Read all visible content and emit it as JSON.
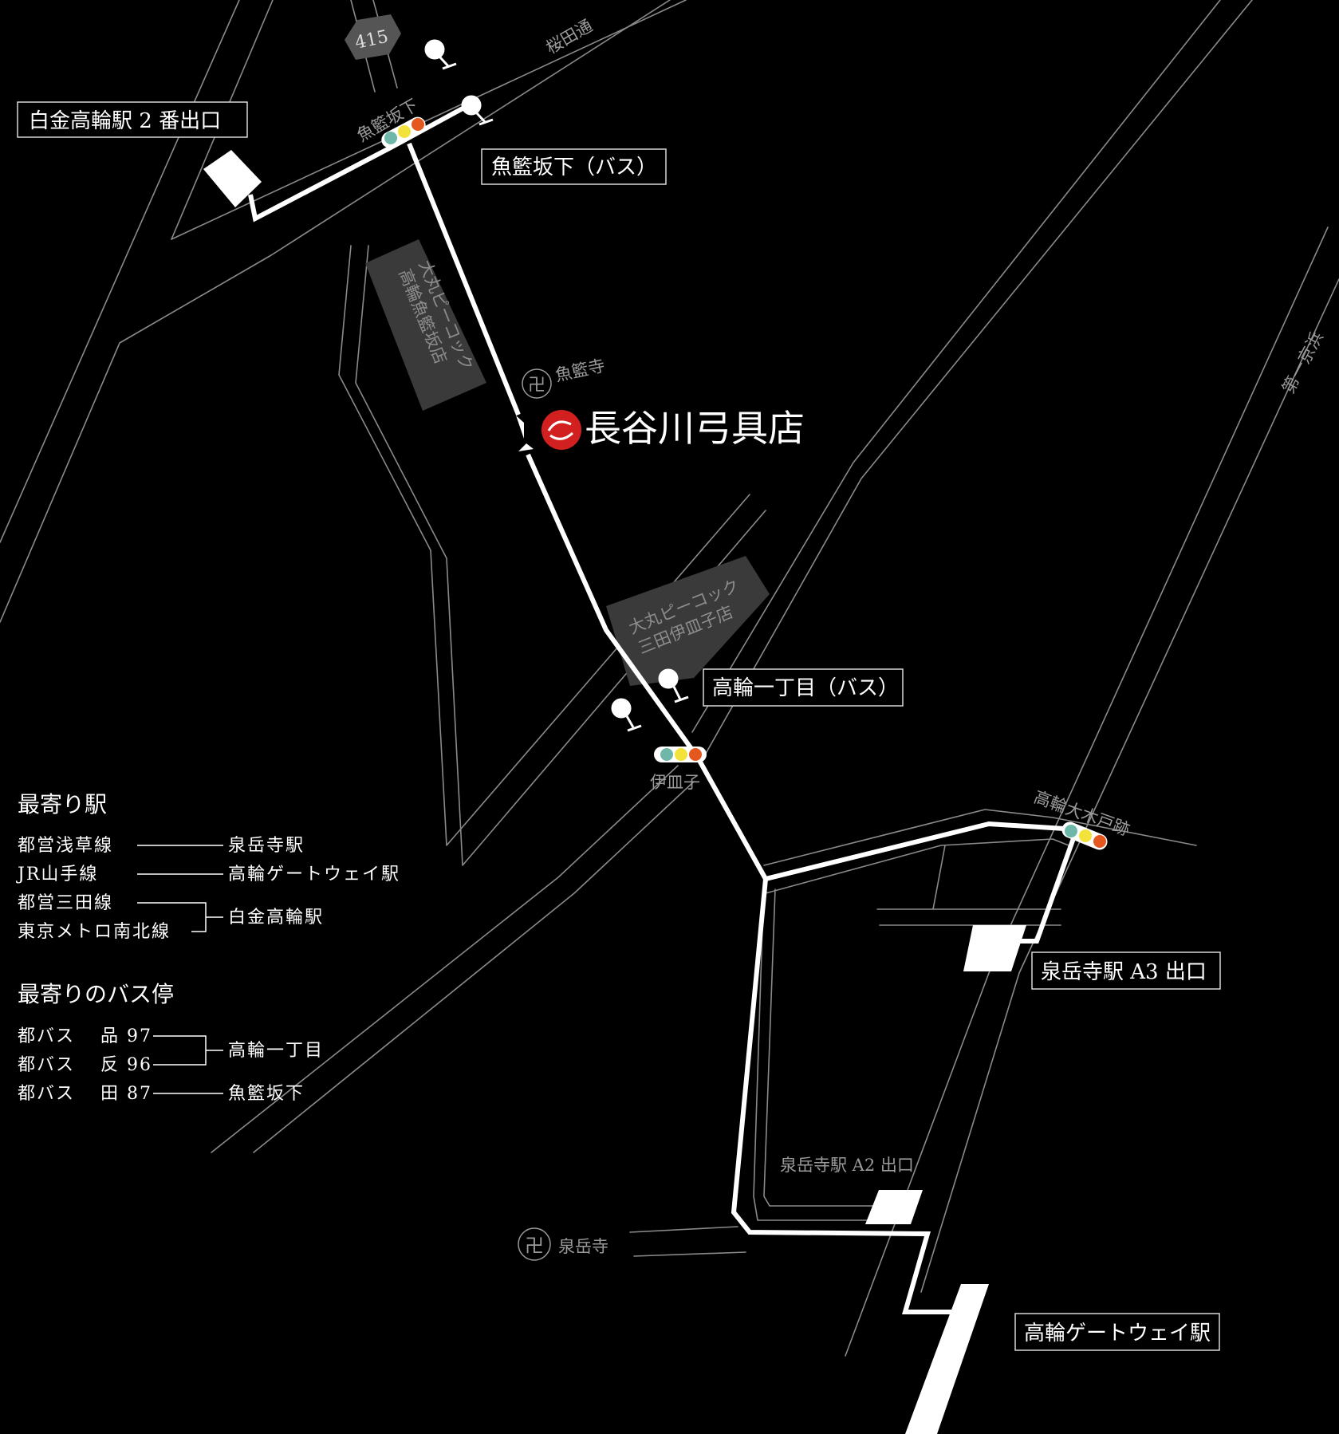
{
  "shop": {
    "name": "長谷川弓具店"
  },
  "roads": {
    "route415": "415",
    "sakurada": "桜田通",
    "daiichi_keihin": "第一京浜"
  },
  "intersections": {
    "uokagozaka_shita": "魚籃坂下",
    "isarago": "伊皿子",
    "takanawa_okido": "高輪大木戸跡"
  },
  "places": {
    "shirokane_exit": "白金高輪駅 2 番出口",
    "uokagozaka_bus": "魚籃坂下（バス）",
    "takanawa_bus": "高輪一丁目（バス）",
    "sengakuji_a3": "泉岳寺駅 A3 出口",
    "sengakuji_a2": "泉岳寺駅 A2 出口",
    "gateway_station": "高輪ゲートウェイ駅",
    "daimaru_uokago": "大丸ピーコック 高輪魚籃坂店",
    "daimaru_uokago_l1": "大丸ピーコック",
    "daimaru_uokago_l2": "高輪魚籃坂店",
    "daimaru_isarago_l1": "大丸ピーコック",
    "daimaru_isarago_l2": "三田伊皿子店"
  },
  "temples": {
    "gyoranji": "魚籃寺",
    "sengakuji": "泉岳寺",
    "symbol": "卍"
  },
  "legend": {
    "stations_title": "最寄り駅",
    "stations": [
      {
        "line": "都営浅草線",
        "station": "泉岳寺駅"
      },
      {
        "line": "JR山手線",
        "station": "高輪ゲートウェイ駅"
      },
      {
        "line": "都営三田線",
        "station": "白金高輪駅"
      },
      {
        "line": "東京メトロ南北線",
        "station": "白金高輪駅"
      }
    ],
    "bus_title": "最寄りのバス停",
    "buses": [
      {
        "operator": "都バス",
        "route": "品 97",
        "stop": "高輪一丁目"
      },
      {
        "operator": "都バス",
        "route": "反 96",
        "stop": "高輪一丁目"
      },
      {
        "operator": "都バス",
        "route": "田 87",
        "stop": "魚籃坂下"
      }
    ]
  },
  "colors": {
    "background": "#000000",
    "road": "#8a8a8a",
    "route": "#ffffff",
    "building": "#3a3a3a",
    "signal_green": "#6fb7a8",
    "signal_yellow": "#f2e23a",
    "signal_red": "#e4571e",
    "logo_red": "#d21f1f"
  }
}
